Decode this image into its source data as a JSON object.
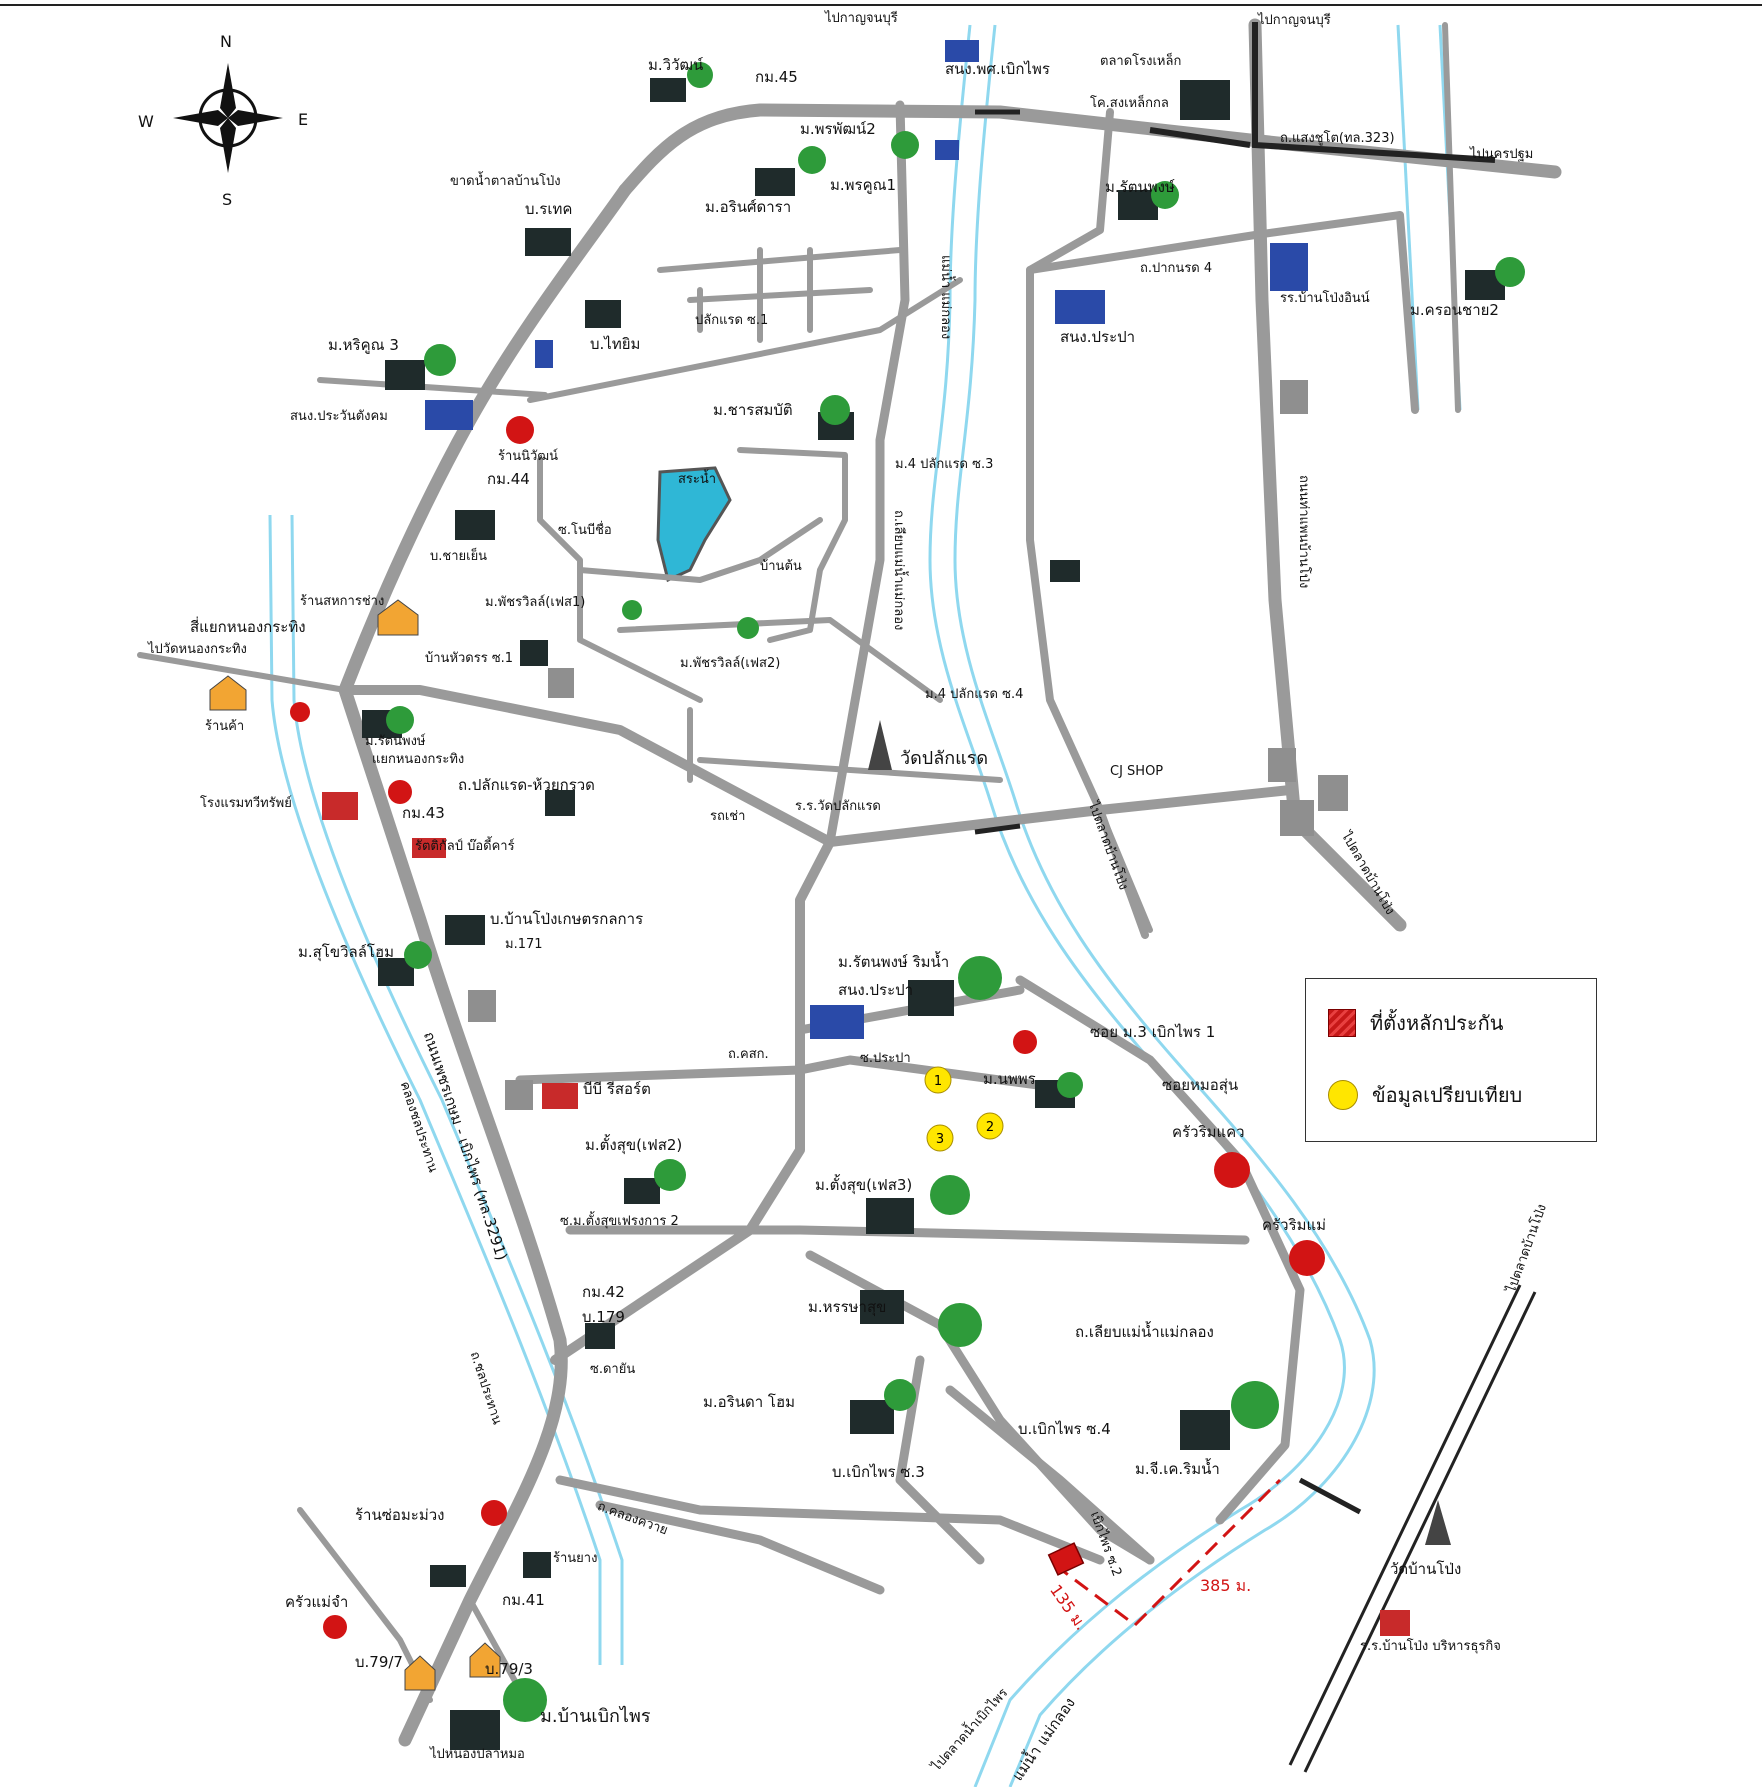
{
  "compass": {
    "n": "N",
    "s": "S",
    "e": "E",
    "w": "W"
  },
  "legend": {
    "collateral": "ที่ตั้งหลักประกัน",
    "comparison": "ข้อมูลเปรียบเทียบ"
  },
  "distances": {
    "d1": "135 ม.",
    "d2": "385 ม."
  },
  "comparison_points": [
    "1",
    "2",
    "3"
  ],
  "colors": {
    "road": "#9a9a9a",
    "river": "#8fd8ef",
    "pond": "#2fb7d6",
    "collateral": "#d21414",
    "comparison": "#ffe600",
    "rail": "#222222"
  },
  "labels": {
    "to_kanchanaburi_1": "ไปกาญจนบุรี",
    "to_kanchanaburi_2": "ไปกาญจนบุรี",
    "school_boekphrai": "สนง.พศ.เบิกไพร",
    "coal_market": "ตลาดโรงเหล็ก",
    "m_wiwat": "ม.วิวัฒน์",
    "km45": "กม.45",
    "hotel_road": "ขาดน้ำตาลบ้านโป่ง",
    "m_pro": "ม.พรพัฒน์2",
    "m_pro1": "ม.พรคูณ1",
    "factory_steel": "โค.สงเหล็กกล",
    "m_sirin": "ม.อรินศ์ดารา",
    "m_rat": "ม.รัตนพงษ์",
    "road_saengchuto": "ถ.แสงชูโต(ทล.323)",
    "to_nakhonpathom": "ไปนครปฐม",
    "b_rathep": "บ.รเทค",
    "road_pakthong": "ถ.ปากนรด 4",
    "school_banpong": "รร.บ้านโป่งอินน์",
    "m_khurin": "ม.ครอนชาย2",
    "m_haricoon": "ม.หริคูณ 3",
    "b_thaiyom": "บ.ไทยิม",
    "pakrad1": "ปลักแรด ซ.1",
    "office_prapa": "สนง.ประปา",
    "river_maeklong_n": "แม่น้ำ แม่กลอง",
    "school_local": "สนง.ประวันตังคม",
    "shop_nitiwat": "ร้านนิวัฒน์",
    "m_charoen": "ม.ชารสมบัติ",
    "pond": "สระน้ำ",
    "pakrad3": "ม.4 ปลักแรด ซ.3",
    "km44": "กม.44",
    "soi_boesuea": "ซ.โนบีชื่อ",
    "ban_home": "บ้านต้น",
    "road_riverside": "ถ.เลียบแม่น้ำแม่กลอง",
    "road_vertical_r": "ถนนท่าแพนบ้านโป่ง",
    "b_chayen": "บ.ชายเย็น",
    "m_phi1": "ม.พัชรวิลล์(เฟส1)",
    "shop_hardware": "ร้านสหการช่าง",
    "junction_kh": "สี่แยกหนองกระทิง",
    "to_nongkrathing": "ไปวัดหนองกระทิง",
    "ban_huadon": "บ้านหัวดรร ซ.1",
    "m_phi2": "ม.พัชรวิลล์(เฟส2)",
    "pakrad4": "ม.4 ปลักแรด ซ.4",
    "shop_ban": "ร้านค้า",
    "m_ratanaphong": "ม.รัตนพงษ์",
    "junction_kh2": "แยกหนองกระทิง",
    "wat_pakrad": "วัดปลักแรด",
    "road_pakrad_hui": "ถ.ปลักแรด-ห้วยกรวด",
    "cj_shop": "CJ SHOP",
    "to_banpong_market": "ไปตลาดบ้านโป่ง",
    "hotel_chaiwan": "โรงแรมทวีทรัพย์",
    "km43": "กม.43",
    "boat": "รถเช่า",
    "shop_service": "รัตติกัลป์ บ๊อดี้คาร์",
    "school_wat_pakrad": "ร.ร.วัดปลักแรด",
    "to_banpong_market2": "ไปตลาดบ้านโป่ง",
    "b_banpong_kaset": "บ.บ้านโป่งเกษตรกลการ",
    "b171": "ม.171",
    "m_suksawat": "ม.สุโขวิลล์โฮม",
    "m_ratanaphong_river": "ม.รัตนพงษ์ ริมน้ำ",
    "office_prapa2": "สนง.ประปา",
    "soi_m3": "ซอย ม.3 เบิกไพร 1",
    "road_phetkasem": "ถนนเพชรเกษม - เบิกไพร (ทล.3291)",
    "road_kk": "ถ.คสก.",
    "soi_prapa": "ซ.ประปา",
    "m_nopphon": "ม.นพพร",
    "soi_mhosun": "ซอยหมอสุ่น",
    "resort_bb": "บีบี รีสอร์ต",
    "kruarimkhwae": "ครัวริมแคว",
    "m_tangsuk2": "ม.ตั้งสุข(เฟส2)",
    "m_tangsuk3": "ม.ตั้งสุข(เฟส3)",
    "soi_tangsuk": "ซ.ม.ตั้งสุขเฟรงการ 2",
    "canal_left": "คลองชลประทาน",
    "krua_rimmae": "ครัวริมแม่",
    "km42": "กม.42",
    "b179": "บ.179",
    "m_hansa": "ม.หรรษาสุข",
    "soi_dayan": "ซ.ดายัน",
    "road_riverside2": "ถ.เลียบแม่น้ำแม่กลอง",
    "m_sirinda": "ม.อรินดา โฮม",
    "b_boekphrai4": "บ.เบิกไพร ซ.4",
    "m_jk": "ม.จี.เค.ริมน้ำ",
    "b_boekphrai3": "บ.เบิกไพร ซ.3",
    "to_banpong_market3": "ไปตลาดบ้านโป่ง",
    "road_klong": "ถ.คลองควาย",
    "shop_sommamuang": "ร้านซ่อมะม่วง",
    "shop_small": "ร้านยาง",
    "boekphrai2": "เบิกไพร ซ.2",
    "wat_banpong": "วัดบ้านโป่ง",
    "krua_mae": "ครัวแม่จำ",
    "km41": "กม.41",
    "b79_7": "บ.79/7",
    "b79_3": "บ.79/3",
    "school_banpong_b": "ร.ร.บ้านโป่ง บริหารธุรกิจ",
    "m_banboekphrai": "ม.บ้านเบิกไพร",
    "to_nongplamo": "ไปหนองปลาหมอ",
    "to_boekphrai_water": "ไปตลาดน้ำเบิกไพร",
    "river_maeklong_s": "แม่น้ำ แม่กลอง",
    "canal_left2": "ถ.ชลประทาน"
  }
}
